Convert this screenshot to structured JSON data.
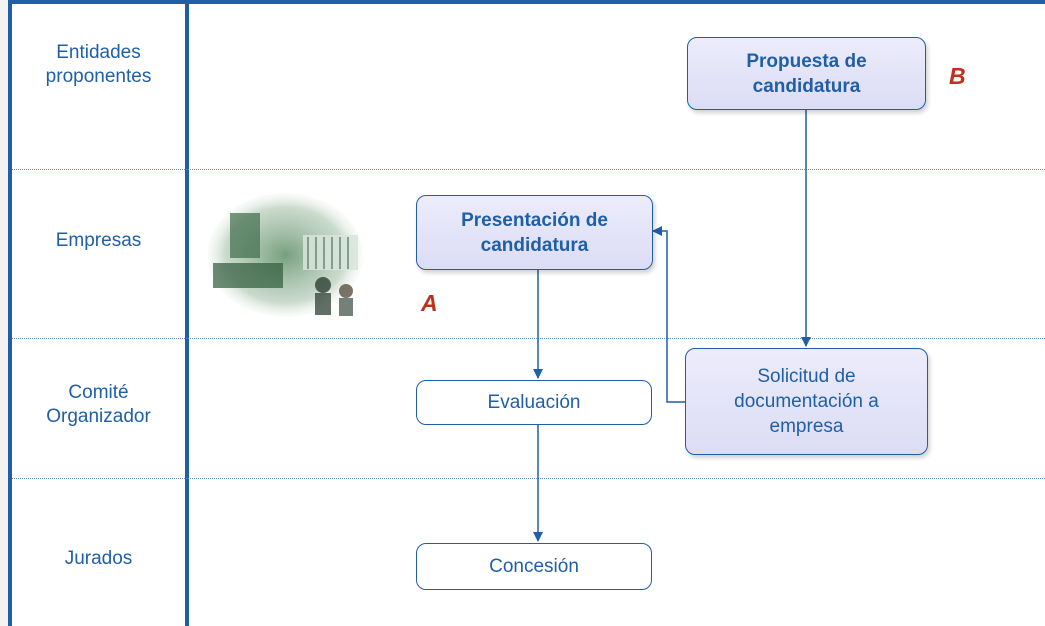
{
  "lanes": [
    {
      "label": "Entidades\nproponentes"
    },
    {
      "label": "Empresas"
    },
    {
      "label": "Comité\nOrganizador"
    },
    {
      "label": "Jurados"
    }
  ],
  "nodes": {
    "propuesta": "Propuesta de\ncandidatura",
    "presentacion": "Presentación de\ncandidatura",
    "solicitud": "Solicitud de\ndocumentación a\nempresa",
    "evaluacion": "Evaluación",
    "concesion": "Concesión"
  },
  "markers": {
    "a": "A",
    "b": "B"
  },
  "colors": {
    "accent": "#1f5fa8",
    "marker": "#c0301c",
    "box_fill": "#e4e4f8"
  },
  "photo": {
    "icon": "business-people-photo"
  }
}
